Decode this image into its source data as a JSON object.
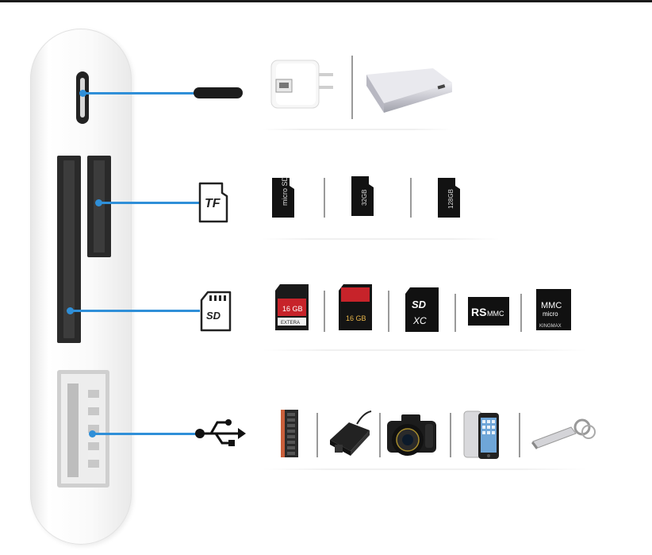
{
  "ports": {
    "tf_label": "TF",
    "sd_label": "SD"
  },
  "icons": {
    "charger": "power-adapter-icon",
    "powerbank": "power-bank-icon",
    "usb": "usb-symbol-icon"
  },
  "tf_cards": [
    {
      "name": "microsd-card",
      "label": "micro SD"
    },
    {
      "name": "microsd-card-32gb",
      "label": "32GB"
    },
    {
      "name": "microsd-card-128gb",
      "label": "128GB"
    }
  ],
  "sd_cards": [
    {
      "name": "sd-card-red",
      "label": "16 GB",
      "brand": "EXTERA"
    },
    {
      "name": "sd-card-black",
      "label": "16 GB"
    },
    {
      "name": "sdxc-card",
      "label": "SD XC"
    },
    {
      "name": "rs-mmc-card",
      "label": "RS MMC"
    },
    {
      "name": "mmc-micro-card",
      "label": "MMC micro",
      "brand": "KINGMAX"
    }
  ],
  "usb_devices": [
    {
      "name": "keyboard",
      "icon": "keyboard-icon"
    },
    {
      "name": "laptop-charger",
      "icon": "power-brick-icon"
    },
    {
      "name": "dslr-camera",
      "icon": "camera-icon"
    },
    {
      "name": "smartphone",
      "icon": "phone-icon"
    },
    {
      "name": "usb-flash-drive",
      "icon": "flash-drive-icon"
    }
  ],
  "colors": {
    "accent": "#2f8fd8",
    "adapter_body": "#f4f4f4",
    "port_dark": "#222222"
  }
}
